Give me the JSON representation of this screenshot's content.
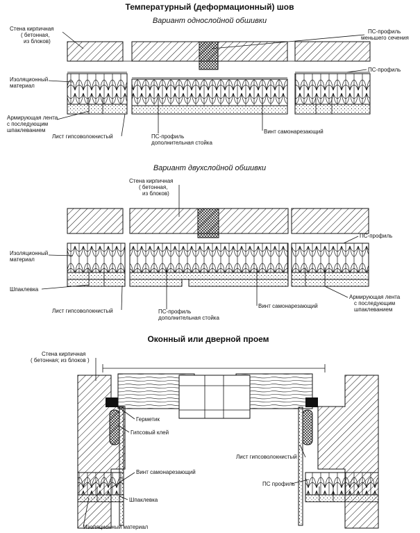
{
  "titles": {
    "main": "Температурный (деформационный) шов",
    "variant1": "Вариант однослойной обшивки",
    "variant2": "Вариант двухслойной обшивки",
    "opening": "Оконный или дверной проем"
  },
  "section1": {
    "wall_l1": "Стена кирпичная",
    "wall_l2": "( бетонная,",
    "wall_l3": "из блоков)",
    "ps_small_l1": "ПС-профиль",
    "ps_small_l2": "меньшего сечения",
    "ps": "ПС-профиль",
    "insul_l1": "Изоляционный",
    "insul_l2": "материал",
    "tape_l1": "Армирующая лента",
    "tape_l2": "с последующим",
    "tape_l3": "шпаклеванием",
    "gvl": "Лист гипсоволокнистый",
    "ps_extra_l1": "ПС-профиль",
    "ps_extra_l2": "дополнительная стойка",
    "screw": "Винт самонарезающий"
  },
  "section2": {
    "wall_l1": "Стена кирпичная",
    "wall_l2": "( бетонная,",
    "wall_l3": "из блоков)",
    "ps": "ПС-профиль",
    "insul_l1": "Изоляционный",
    "insul_l2": "материал",
    "putty": "Шпаклевка",
    "gvl": "Лист гипсоволокнистый",
    "ps_extra_l1": "ПС-профиль",
    "ps_extra_l2": "дополнительная стойка",
    "screw": "Винт самонарезающий",
    "tape_l1": "Армирующая лента",
    "tape_l2": "с последующим",
    "tape_l3": "шпаклеванием"
  },
  "section3": {
    "wall_l1": "Стена кирпичная",
    "wall_l2": "( бетонная; из блоков )",
    "sealant": "Герметик",
    "glue": "Гипсовый клей",
    "gvl": "Лист гипсоволокнистый",
    "screw": "Винт самонарезающий",
    "ps": "ПС профиль",
    "putty": "Шпаклевка",
    "insul": "Изоляционный материал"
  }
}
